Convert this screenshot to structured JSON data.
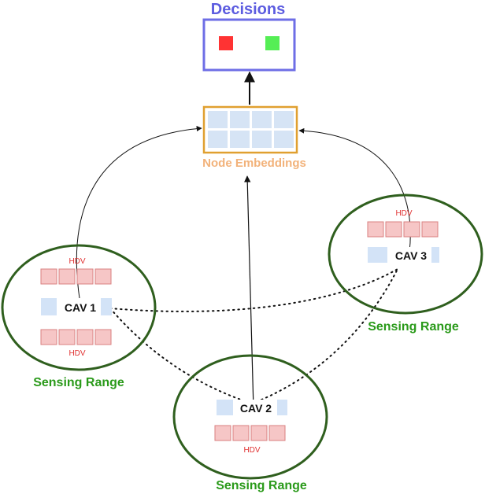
{
  "colors": {
    "decision_border": "#6e6ee6",
    "decision_title": "#5c5ce0",
    "decision_red": "#ff3333",
    "decision_green": "#55ee55",
    "embedding_border": "#e0a030",
    "embedding_label": "#f2b27a",
    "embedding_cell": "#d6e4f5",
    "hdv_fill": "#f6c6c6",
    "hdv_stroke": "#d98080",
    "hdv_text": "#e03030",
    "cav_fill": "#d3e3f7",
    "range_stroke": "#2f5f1e",
    "range_text": "#2a9a1a"
  },
  "decisions": {
    "title": "Decisions",
    "options": [
      "red",
      "green"
    ]
  },
  "embeddings": {
    "label": "Node Embeddings",
    "rows": 2,
    "cols": 4
  },
  "cavs": [
    {
      "label": "CAV 1",
      "hdv_top_label": "HDV",
      "hdv_bottom_label": "HDV",
      "range_label": "Sensing Range"
    },
    {
      "label": "CAV 2",
      "hdv_bottom_label": "HDV",
      "range_label": "Sensing Range"
    },
    {
      "label": "CAV 3",
      "hdv_top_label": "HDV",
      "range_label": "Sensing Range"
    }
  ]
}
